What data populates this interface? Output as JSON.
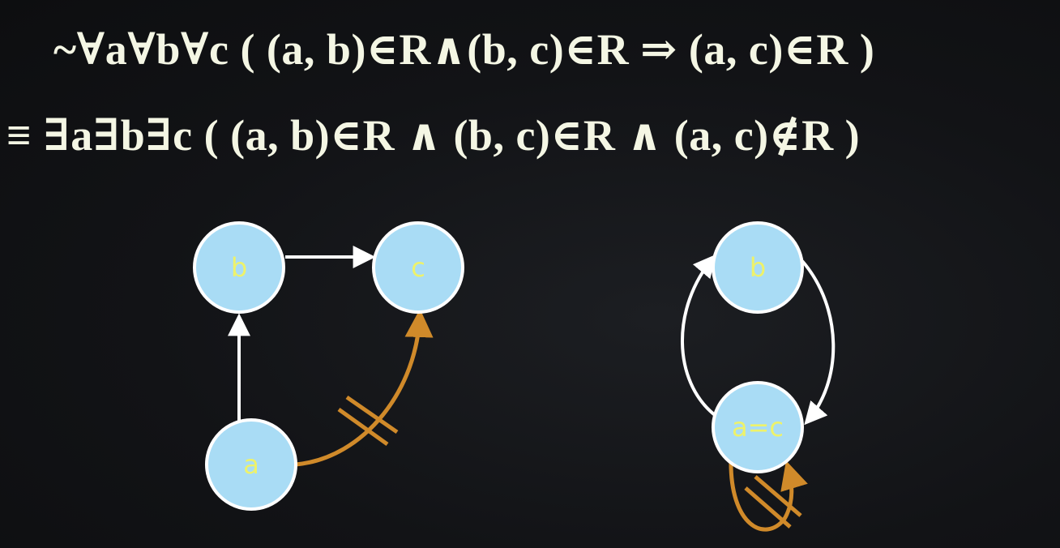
{
  "formulas": {
    "line1": "~∀a∀b∀c ( (a, b)∈R∧(b, c)∈R ⇒ (a, c)∈R )",
    "line2": "≡ ∃a∃b∃c ( (a, b)∈R ∧ (b, c)∈R ∧ (a, c)∉R )"
  },
  "diagram_left": {
    "nodes": {
      "a": "a",
      "b": "b",
      "c": "c"
    },
    "edges": [
      {
        "from": "a",
        "to": "b",
        "type": "in-relation"
      },
      {
        "from": "b",
        "to": "c",
        "type": "in-relation"
      },
      {
        "from": "a",
        "to": "c",
        "type": "not-in-relation"
      }
    ]
  },
  "diagram_right": {
    "nodes": {
      "b": "b",
      "ac": "a=c"
    },
    "edges": [
      {
        "from": "a=c",
        "to": "b",
        "type": "in-relation"
      },
      {
        "from": "b",
        "to": "a=c",
        "type": "in-relation"
      },
      {
        "from": "a=c",
        "to": "a=c",
        "type": "not-in-relation"
      }
    ]
  },
  "colors": {
    "node_fill": "#a9dcf5",
    "node_border": "#ffffff",
    "node_label": "#eef26a",
    "edge_in": "#ffffff",
    "edge_not_in": "#d08a2a",
    "text": "#f4f6e4"
  }
}
